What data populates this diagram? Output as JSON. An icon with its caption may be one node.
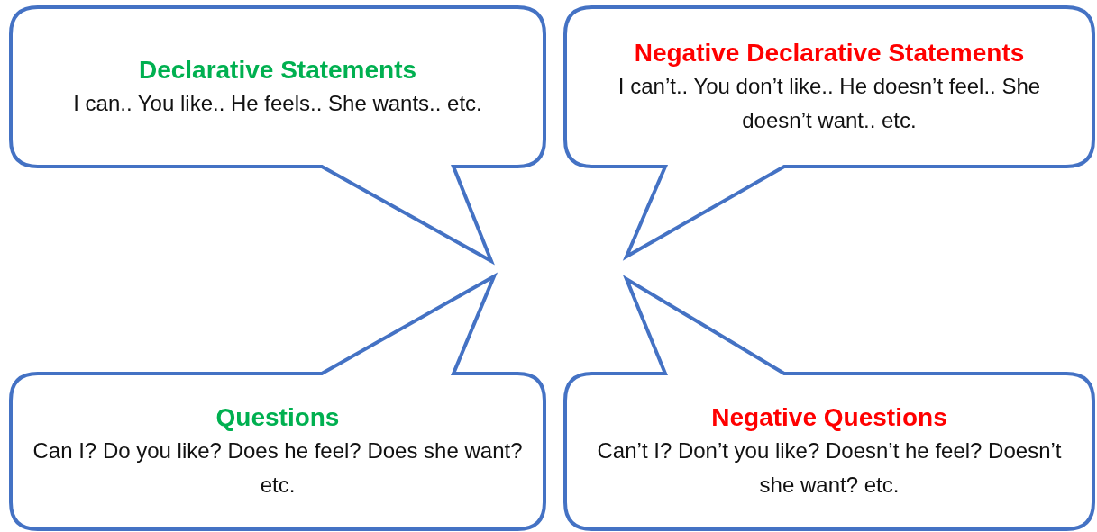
{
  "diagram": {
    "nodes": [
      {
        "text": [
          "Declarative Statements",
          "I can.. You like.. He feels.. She wants.. etc."
        ]
      },
      {
        "text": [
          "Negative Declarative Statements",
          "I can’t.. You don’t like.. He doesn’t feel.. She doesn’t want.. etc."
        ]
      },
      {
        "text": [
          "Questions",
          "Can I? Do you like? Does he feel? Does she want? etc."
        ]
      },
      {
        "text": [
          "Negative Questions",
          "Can’t I? Don’t you like? Doesn’t he feel? Doesn’t she want? etc."
        ]
      }
    ]
  }
}
